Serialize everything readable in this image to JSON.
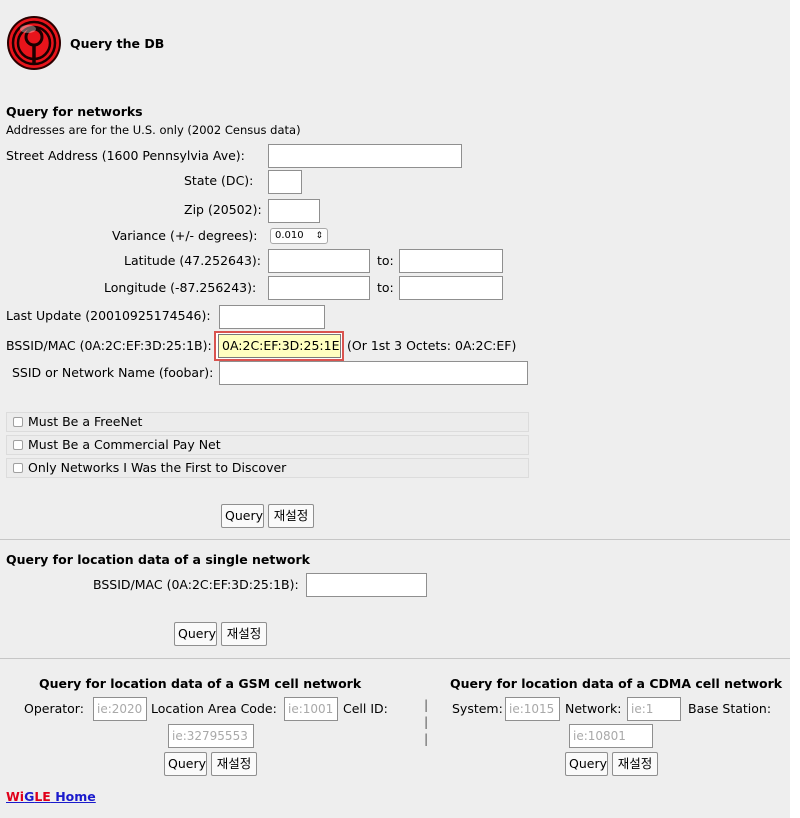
{
  "header": {
    "title": "Query the DB"
  },
  "networks": {
    "heading": "Query for networks",
    "note": "Addresses are for the U.S. only (2002 Census data)",
    "street_label": "Street Address (1600 Pennsylvia Ave):",
    "state_label": "State (DC):",
    "zip_label": "Zip (20502):",
    "variance_label": "Variance (+/- degrees):",
    "variance_value": "0.010",
    "variance_arrow": "⇕",
    "latitude_label": "Latitude (47.252643):",
    "longitude_label": "Longitude (-87.256243):",
    "to_label": "to:",
    "lastupdate_label": "Last Update (20010925174546):",
    "bssid_label": "BSSID/MAC (0A:2C:EF:3D:25:1B):",
    "bssid_value": "0A:2C:EF:3D:25:1E",
    "bssid_hint": "(Or 1st 3 Octets: 0A:2C:EF)",
    "ssid_label": "SSID or Network Name (foobar):",
    "checkboxes": [
      "Must Be a FreeNet",
      "Must Be a Commercial Pay Net",
      "Only Networks I Was the First to Discover"
    ],
    "query_button": "Query",
    "reset_button": "재설정"
  },
  "single": {
    "heading": "Query for location data of a single network",
    "bssid_label": "BSSID/MAC (0A:2C:EF:3D:25:1B):",
    "query_button": "Query",
    "reset_button": "재설정"
  },
  "gsm": {
    "heading": "Query for location data of a GSM cell network",
    "operator_label": "Operator:",
    "operator_placeholder": "ie:2020",
    "lac_label": "Location Area Code:",
    "lac_placeholder": "ie:1001",
    "cellid_label": "Cell ID:",
    "cellid_placeholder": "ie:32795553",
    "query_button": "Query",
    "reset_button": "재설정"
  },
  "divider": [
    "|",
    "|",
    "|"
  ],
  "cdma": {
    "heading": "Query for location data of a CDMA cell network",
    "system_label": "System:",
    "system_placeholder": "ie:1015",
    "network_label": "Network:",
    "network_placeholder": "ie:1",
    "basestation_label": "Base Station:",
    "basestation_placeholder": "ie:10801",
    "query_button": "Query",
    "reset_button": "재설정"
  },
  "footer": {
    "link_wi": "Wi",
    "link_g": "G",
    "link_le": "LE",
    "link_home": " Home"
  },
  "colors": {
    "logo_red": "#e8141b",
    "highlight_yellow": "#ffffc0",
    "highlight_border": "#d9534f",
    "link_red": "#e0001a",
    "link_blue": "#1a1acc"
  }
}
